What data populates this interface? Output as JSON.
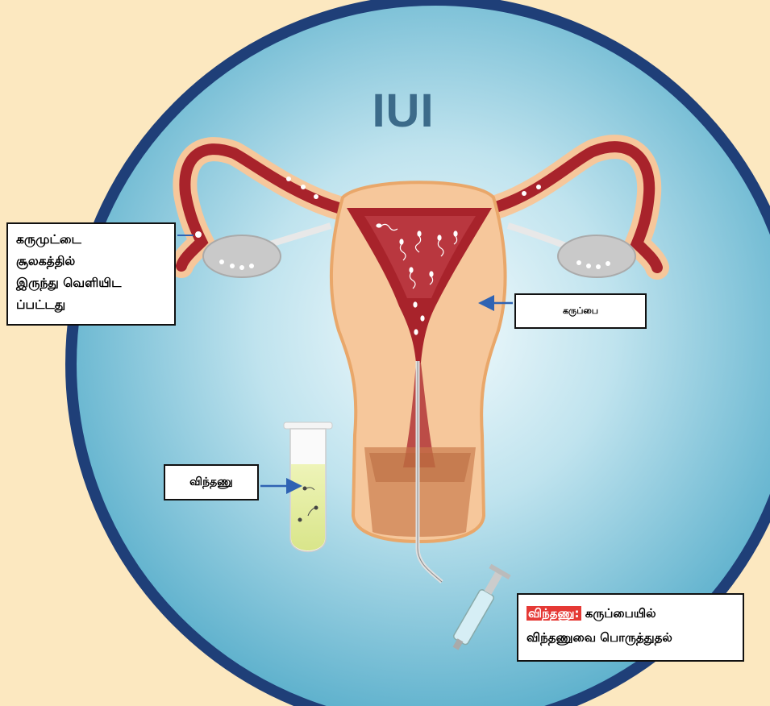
{
  "title": "IUI",
  "labels": {
    "ovary_released": [
      "கருமுட்டை",
      "சூலகத்தில்",
      "இருந்து வெளியிட",
      "ப்பட்டது"
    ],
    "uterus": "கருப்பை",
    "sperm": "விந்தணு",
    "insertion_highlight": "விந்தணு:",
    "insertion_rest": " கருப்பையில்",
    "insertion_line2": "விந்தணுவை பொருத்துதல்"
  },
  "colors": {
    "background": "#fce8c0",
    "circle_border": "#1f3f78",
    "circle_fill": "#7fc7d9",
    "title": "#3c6b8a",
    "uterus_outer": "#f6c79b",
    "uterus_lining": "#a8232b",
    "arrow": "#2f63b3",
    "highlight": "#e53935"
  }
}
